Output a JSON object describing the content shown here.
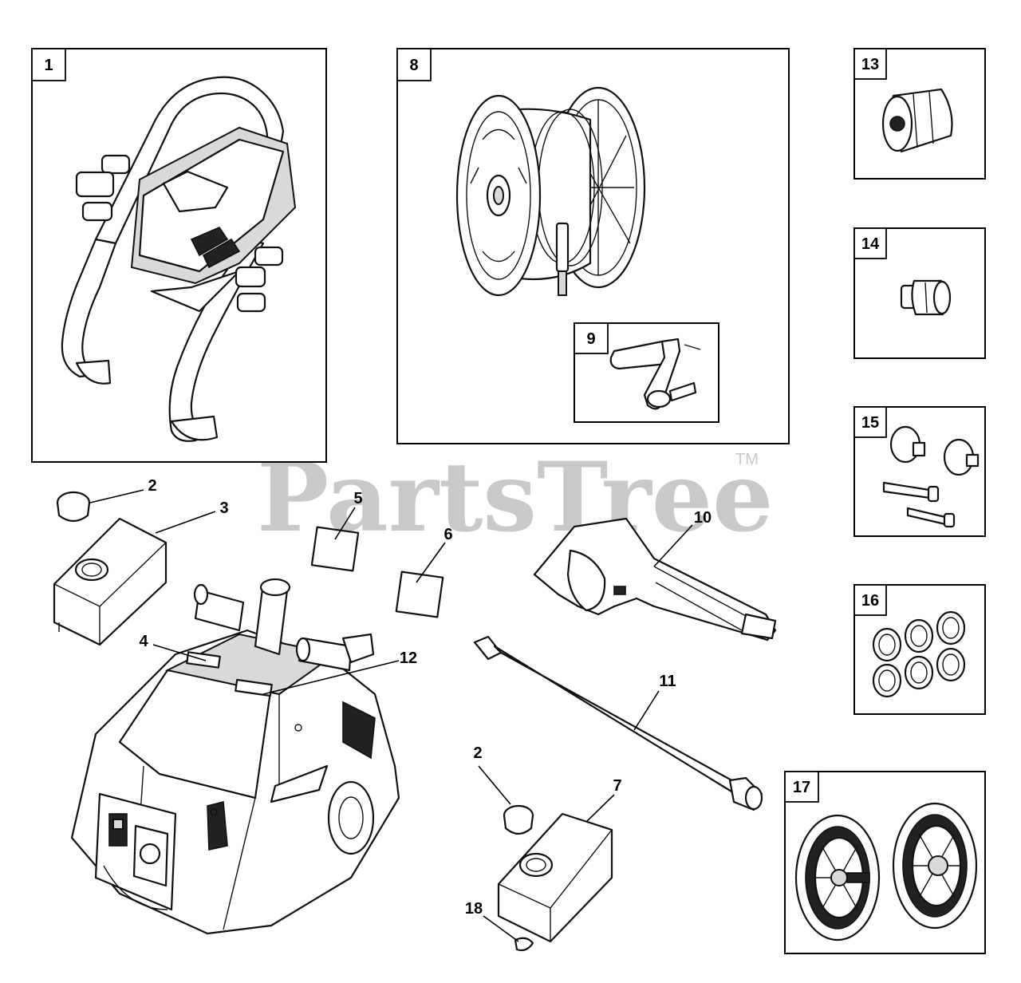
{
  "watermark": {
    "text": "PartsTree",
    "trademark": "TM"
  },
  "boxed_parts": [
    {
      "id": "1",
      "label": "1",
      "item": "frame-handle"
    },
    {
      "id": "8",
      "label": "8",
      "item": "hose-reel"
    },
    {
      "id": "9",
      "label": "9",
      "item": "reel-crank"
    },
    {
      "id": "13",
      "label": "13",
      "item": "quick-connect-adapter"
    },
    {
      "id": "14",
      "label": "14",
      "item": "hose-fitting"
    },
    {
      "id": "15",
      "label": "15",
      "item": "knob-bolt-kit"
    },
    {
      "id": "16",
      "label": "16",
      "item": "o-ring-kit"
    },
    {
      "id": "17",
      "label": "17",
      "item": "wheels"
    }
  ],
  "callouts": [
    {
      "id": "2a",
      "label": "2"
    },
    {
      "id": "3",
      "label": "3"
    },
    {
      "id": "4",
      "label": "4"
    },
    {
      "id": "5",
      "label": "5"
    },
    {
      "id": "6",
      "label": "6"
    },
    {
      "id": "7",
      "label": "7"
    },
    {
      "id": "2b",
      "label": "2"
    },
    {
      "id": "10",
      "label": "10"
    },
    {
      "id": "11",
      "label": "11"
    },
    {
      "id": "12",
      "label": "12"
    },
    {
      "id": "18",
      "label": "18"
    }
  ]
}
